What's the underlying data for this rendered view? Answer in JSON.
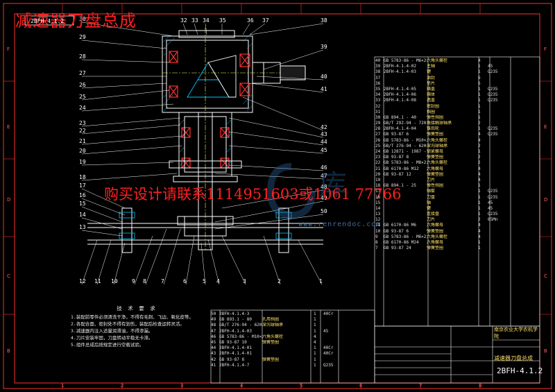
{
  "title": "减速器刀盘总成",
  "drawing_code": "2BFH-4.1.2",
  "school": "南京农业大学农机学院",
  "assembly_name": "减速器刀盘总成",
  "watermark": "购买设计请联系1114951603或1061  77766",
  "watermark_url": "www.renrendoc.com",
  "tech_requirements": {
    "heading": "技 术 要 求",
    "lines": [
      "1.装配前零件必须清洗干净，不得有毛刺、飞边、氧化皮等。",
      "2.各配合面、密封处不得有划伤，装配后检查运转灵活。",
      "3.减速器内注入适量润滑油，不得渗漏。",
      "4.刀片安装牢固，刀盘转动平稳无卡滞。",
      "5.组件总成后按规定进行空载试验。"
    ]
  },
  "balloons_top": [
    "32",
    "33",
    "34",
    "35",
    "36",
    "37",
    "38"
  ],
  "balloons_right": [
    "39",
    "40",
    "41",
    "42",
    "43",
    "44",
    "45",
    "46",
    "47",
    "48",
    "49",
    "50"
  ],
  "balloons_left": [
    "30",
    "29",
    "28",
    "27",
    "26",
    "25",
    "24",
    "23",
    "22",
    "21",
    "20",
    "19",
    "18",
    "17",
    "16",
    "15",
    "14",
    "13"
  ],
  "balloons_bottom": [
    "12",
    "11",
    "10",
    "9",
    "8",
    "7",
    "6",
    "5",
    "4",
    "3",
    "2",
    "1"
  ],
  "bom_upper": [
    [
      "40",
      "GB 5783-86 - M6×20",
      "六角头螺栓",
      "4",
      ""
    ],
    [
      "39",
      "2BFH-4.1.4-02",
      "主轴",
      "1",
      "45"
    ],
    [
      "38",
      "2BFH-4.1.4-03",
      "键",
      "1",
      "Q235"
    ],
    [
      "37",
      "",
      "油封",
      "6",
      ""
    ],
    [
      "36",
      "",
      "垫片",
      "6",
      ""
    ],
    [
      "35",
      "2BFH-4.1.4-05",
      "箱盖",
      "1",
      "Q235"
    ],
    [
      "34",
      "2BFH-4.1.4-06",
      "箱体",
      "1",
      "Q235"
    ],
    [
      "33",
      "2BFH-4.1.4-08",
      "透盖",
      "1",
      "Q235"
    ],
    [
      "32",
      "",
      "密封圈",
      "1",
      ""
    ],
    [
      "31",
      "",
      "挡圈",
      "1",
      ""
    ],
    [
      "30",
      "GB 894.1 - 40",
      "弹性挡圈",
      "1",
      ""
    ],
    [
      "29",
      "GB/T 292-94 - 7208AC",
      "角接触球轴承",
      "2",
      ""
    ],
    [
      "28",
      "2BFH-4.1.4-04",
      "锥齿轮",
      "1",
      "Q235"
    ],
    [
      "27",
      "GB 93-87 6",
      "弹簧垫圈",
      "4",
      "Q235"
    ],
    [
      "26",
      "GB 5783-86 - M10×25",
      "六角头螺栓",
      "4",
      ""
    ],
    [
      "25",
      "GB/T 276-94 - 6206",
      "深沟球轴承",
      "2",
      ""
    ],
    [
      "24",
      "GB 12871 - 1987 - 24",
      "锁紧螺母",
      "1",
      ""
    ],
    [
      "23",
      "GB 93-87 8",
      "弹簧垫圈",
      "2",
      ""
    ],
    [
      "22",
      "GB 5783-86 - M8×25",
      "六角头螺栓",
      "2",
      ""
    ],
    [
      "21",
      "GB 6170-86 M12",
      "六角螺母",
      "4",
      ""
    ],
    [
      "20",
      "GB 93-87 12",
      "弹簧垫圈",
      "4",
      ""
    ],
    [
      "19",
      "",
      "刀片",
      "4",
      ""
    ],
    [
      "18",
      "GB 894.1 - 25",
      "弹性挡圈",
      "1",
      ""
    ],
    [
      "17",
      "",
      "轴套",
      "1",
      "Q235"
    ],
    [
      "16",
      "",
      "刀盘",
      "1",
      "Q235"
    ],
    [
      "15",
      "",
      "轴",
      "1",
      "45"
    ],
    [
      "14",
      "",
      "键",
      "1",
      "45"
    ],
    [
      "13",
      "",
      "连接盘",
      "1",
      "Q235"
    ],
    [
      "12",
      "",
      "刀片",
      "2",
      "65Mn"
    ],
    [
      "11",
      "GB 6170-86 M6",
      "六角螺母",
      "4",
      ""
    ],
    [
      "10",
      "GB 93-87 6",
      "弹簧垫圈",
      "4",
      ""
    ],
    [
      "9",
      "GB 5783-86 - M6×25",
      "六角头螺栓",
      "4",
      ""
    ],
    [
      "8",
      "GB 6170-86 M24",
      "六角螺母",
      "1",
      ""
    ],
    [
      "7",
      "GB 93-87 24",
      "弹簧垫圈",
      "1",
      ""
    ]
  ],
  "bom_lower": [
    [
      "50",
      "2BFH-4.1.4-3",
      "",
      "1",
      "40Cr"
    ],
    [
      "49",
      "GB 893.1 - 80",
      "孔用挡圈",
      "1",
      ""
    ],
    [
      "48",
      "GB/T 276-94 - 6206",
      "深沟球轴承",
      "1",
      ""
    ],
    [
      "47",
      "2BFH-4.1.4-03",
      "",
      "1",
      "45"
    ],
    [
      "46",
      "GB 5783-86 - M10×30",
      "六角头螺栓",
      "4",
      ""
    ],
    [
      "45",
      "GB 93-87 10",
      "弹簧垫圈",
      "4",
      ""
    ],
    [
      "44",
      "2BFH-4.1.4-01",
      "",
      "1",
      "40Cr"
    ],
    [
      "43",
      "2BFH-4.1.4-01",
      "",
      "1",
      "40Cr"
    ],
    [
      "42",
      "GB 93-87 8",
      "弹簧垫圈",
      "1",
      ""
    ],
    [
      "41",
      "2BFH-4.1.4-7",
      "",
      "1",
      "Q235"
    ]
  ],
  "colors": {
    "background": "#000000",
    "frame": "#ffffff",
    "outline": "#ffffff",
    "bearing": "#ff3030",
    "shaft": "#ffffff",
    "hatch": "#00c8ff",
    "center": "#ffff40",
    "accent": "#ff2020"
  }
}
